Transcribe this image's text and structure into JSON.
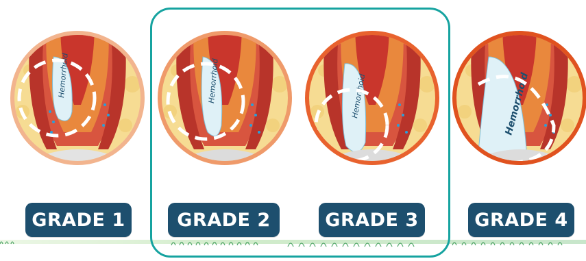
{
  "grades": [
    {
      "label": "GRADE 1",
      "illustration_text": "Hemorrhoid",
      "stage": 1
    },
    {
      "label": "GRADE 2",
      "illustration_text": "Hemorrhoid",
      "stage": 2
    },
    {
      "label": "GRADE 3",
      "illustration_text": "Hemorrhoid",
      "stage": 3
    },
    {
      "label": "GRADE 4",
      "illustration_text": "Hemorrhoid",
      "stage": 4
    }
  ],
  "colors": {
    "label_bg": "#1d4f6e",
    "highlight_border": "#16a3a0",
    "ring_light": "#f2b48e",
    "ring_dark": "#e8622e",
    "muscle": "#d8553f",
    "fat": "#f6dc93",
    "hemorrhoid": "#dff1f7",
    "vein_dots": "#2a9fd8"
  }
}
